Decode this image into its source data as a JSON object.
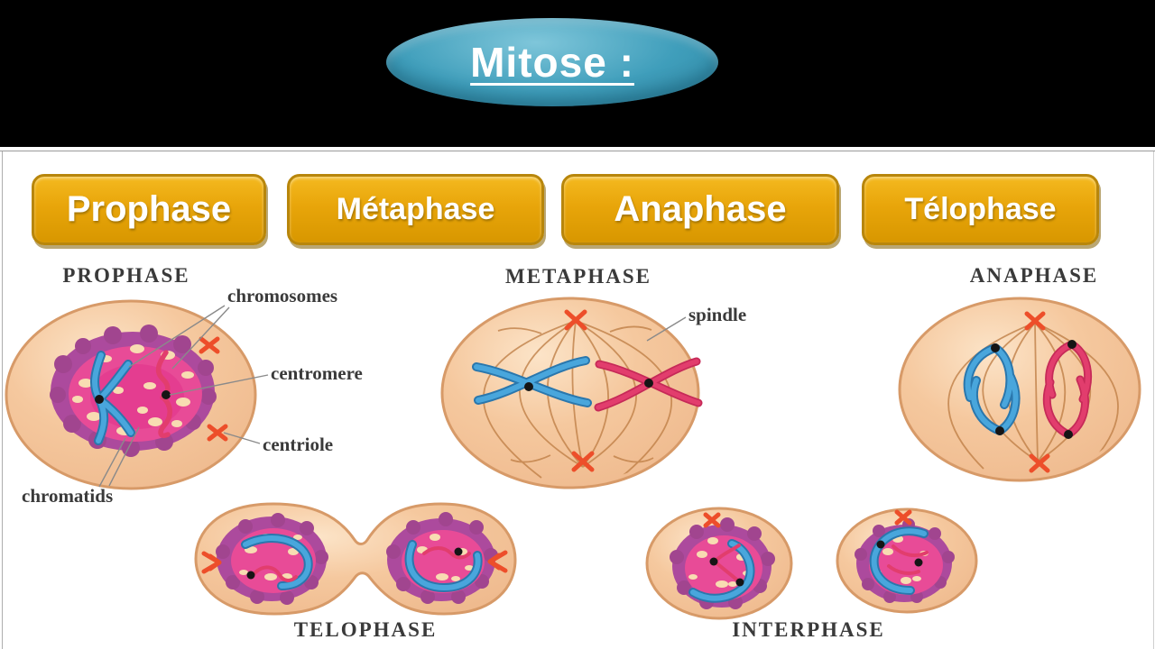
{
  "header": {
    "title": "Mitose :"
  },
  "buttons": [
    {
      "label": "Prophase"
    },
    {
      "label": "Métaphase"
    },
    {
      "label": "Anaphase"
    },
    {
      "label": "Télophase"
    }
  ],
  "diagram": {
    "titles": {
      "prophase": "PROPHASE",
      "metaphase": "METAPHASE",
      "anaphase": "ANAPHASE",
      "telophase": "TELOPHASE",
      "interphase": "INTERPHASE"
    },
    "labels": {
      "chromosomes": "chromosomes",
      "centromere": "centromere",
      "centriole": "centriole",
      "chromatids": "chromatids",
      "spindle": "spindle"
    }
  },
  "theme": {
    "header_black": "#000000",
    "oval_teal": "#3f9ebb",
    "oval_teal_light": "#7fc6da",
    "button_gold": "#e8a50a",
    "button_gold_dark": "#d89700",
    "button_border": "#b8860b",
    "cell_fill": "#f4c79f",
    "cell_outline": "#d79a68",
    "nucleus_pink": "#e84b97",
    "nucleus_rim": "#ac4a9d",
    "chromosome_blue": "#49a6dc",
    "chromosome_red": "#e23d6d",
    "centriole_orange": "#ed4e2a",
    "spindle_color": "#c08048",
    "label_color": "#3a3a3a"
  }
}
